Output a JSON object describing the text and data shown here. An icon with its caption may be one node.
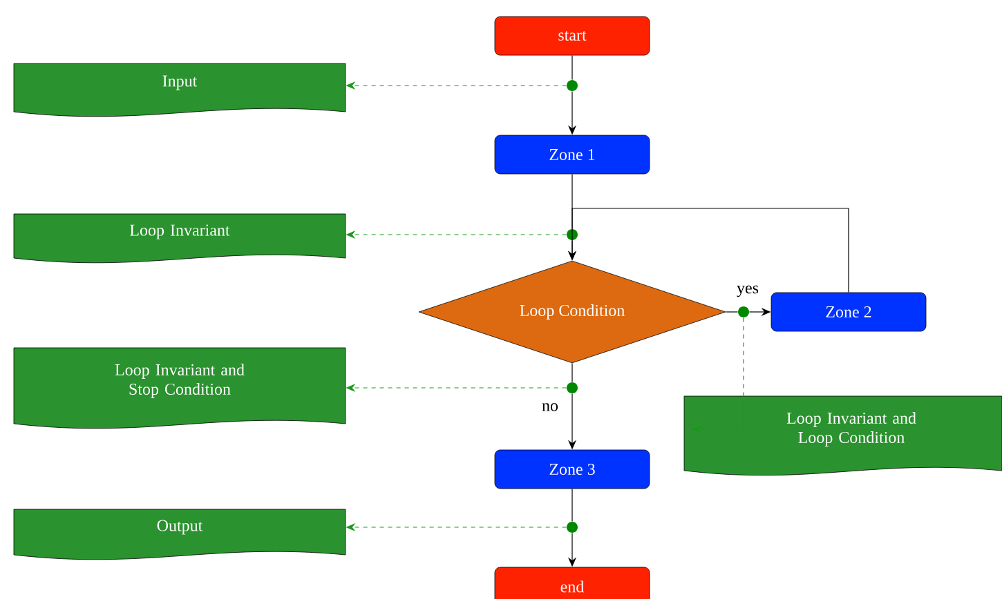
{
  "diagram": {
    "nodes": [
      {
        "text": [
          "start"
        ]
      },
      {
        "text": [
          "Input"
        ]
      },
      {
        "text": [],
        "shape": "circle"
      },
      {
        "text": [
          "Zone 1"
        ]
      },
      {
        "text": [
          "Loop Invariant"
        ]
      },
      {
        "text": [],
        "shape": "circle"
      },
      {
        "text": [
          "Loop Condition"
        ]
      },
      {
        "text": [],
        "shape": "circle"
      },
      {
        "text": [
          "Zone 2"
        ]
      },
      {
        "text": [
          "Loop Invariant and Stop Condition"
        ]
      },
      {
        "text": [],
        "shape": "circle"
      },
      {
        "text": [
          "Loop Invariant and Loop Condition"
        ]
      },
      {
        "text": [
          "Zone 3"
        ]
      },
      {
        "text": [
          "Output"
        ]
      },
      {
        "text": [],
        "shape": "circle"
      },
      {
        "text": [
          "end"
        ]
      }
    ],
    "edges": [
      {
        "from": 0,
        "to": 2,
        "arrow": "none"
      },
      {
        "from": 2,
        "to": 3,
        "arrow": "to"
      },
      {
        "from": 2,
        "to": 1,
        "arrow": "to",
        "style": "dashed",
        "color": "#1a9a1a"
      },
      {
        "from": 3,
        "to": 5,
        "arrow": "none"
      },
      {
        "from": 5,
        "to": 6,
        "arrow": "to"
      },
      {
        "from": 5,
        "to": 4,
        "arrow": "to",
        "style": "dashed",
        "color": "#1a9a1a"
      },
      {
        "from": 6,
        "to": 7,
        "arrow": "none",
        "label": "yes"
      },
      {
        "from": 7,
        "to": 8,
        "arrow": "to"
      },
      {
        "from": 7,
        "to": 11,
        "arrow": "to",
        "style": "dashed",
        "color": "#1a9a1a"
      },
      {
        "from": 8,
        "to": 6,
        "arrow": "to"
      },
      {
        "from": 6,
        "to": 10,
        "arrow": "none"
      },
      {
        "from": 10,
        "to": 12,
        "arrow": "to",
        "label": "no"
      },
      {
        "from": 10,
        "to": 9,
        "arrow": "to",
        "style": "dashed",
        "color": "#1a9a1a"
      },
      {
        "from": 12,
        "to": 14,
        "arrow": "none"
      },
      {
        "from": 14,
        "to": 15,
        "arrow": "to"
      },
      {
        "from": 14,
        "to": 13,
        "arrow": "to",
        "style": "dashed",
        "color": "#1a9a1a"
      }
    ]
  }
}
